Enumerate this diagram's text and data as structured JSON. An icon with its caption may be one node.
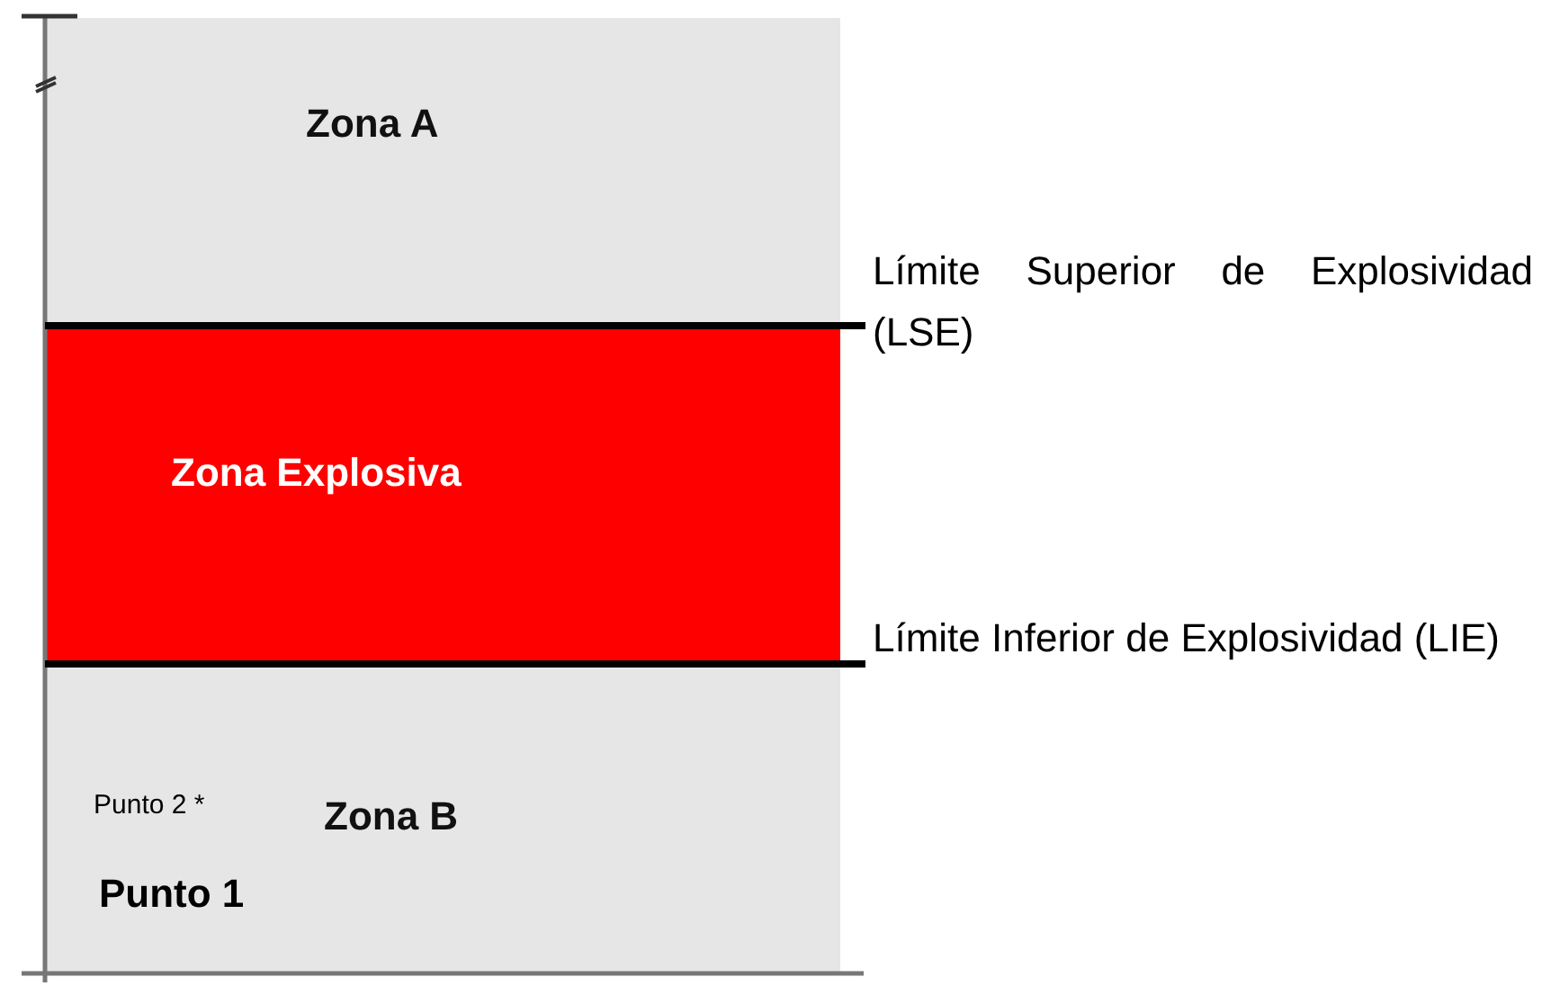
{
  "diagram": {
    "nodes": [
      {
        "text": [
          "Zona A"
        ]
      },
      {
        "text": [
          "Zona Explosiva"
        ]
      },
      {
        "text": [
          "Zona B"
        ]
      }
    ],
    "labels": [
      "Límite Superior de Explosividad (LSE)",
      "Límite Inferior de Explosividad (LIE)",
      "Punto 2 *",
      "Punto 1"
    ]
  }
}
